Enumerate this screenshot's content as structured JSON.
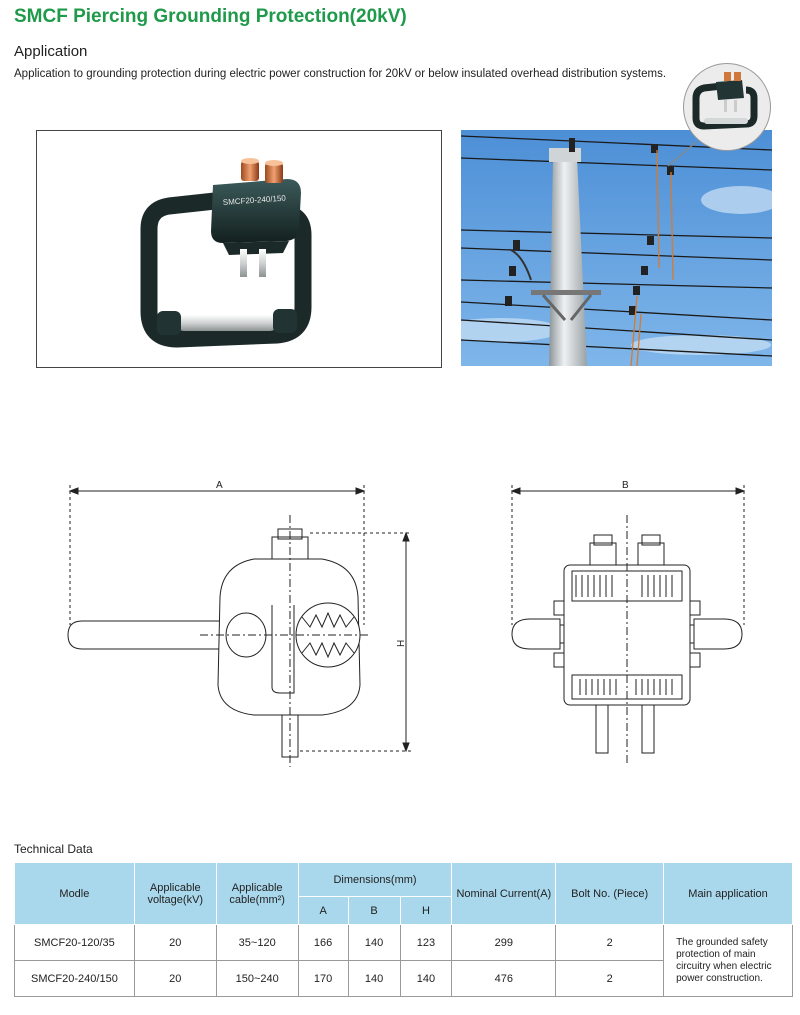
{
  "page": {
    "title": "SMCF Piercing Grounding Protection(20kV)",
    "section_heading": "Application",
    "description": "Application to grounding protection during electric power construction for 20kV or below insulated overhead distribution systems."
  },
  "product_photo": {
    "model_marking": "SMCF20-240/150"
  },
  "drawings": {
    "front_width_label": "A",
    "side_width_label": "B",
    "height_label": "H"
  },
  "technical_data": {
    "label": "Technical Data",
    "headers": {
      "model": "Modle",
      "voltage": "Applicable voltage(kV)",
      "cable": "Applicable cable(mm²)",
      "dimensions": "Dimensions(mm)",
      "dim_a": "A",
      "dim_b": "B",
      "dim_h": "H",
      "current": "Nominal Current(A)",
      "bolt": "Bolt No. (Piece)",
      "main_app": "Main application"
    },
    "rows": [
      {
        "model": "SMCF20-120/35",
        "voltage": "20",
        "cable": "35~120",
        "a": "166",
        "b": "140",
        "h": "123",
        "current": "299",
        "bolt": "2"
      },
      {
        "model": "SMCF20-240/150",
        "voltage": "20",
        "cable": "150~240",
        "a": "170",
        "b": "140",
        "h": "140",
        "current": "476",
        "bolt": "2"
      }
    ],
    "main_application": "The grounded safety protection of main circuitry when electric power construction."
  }
}
